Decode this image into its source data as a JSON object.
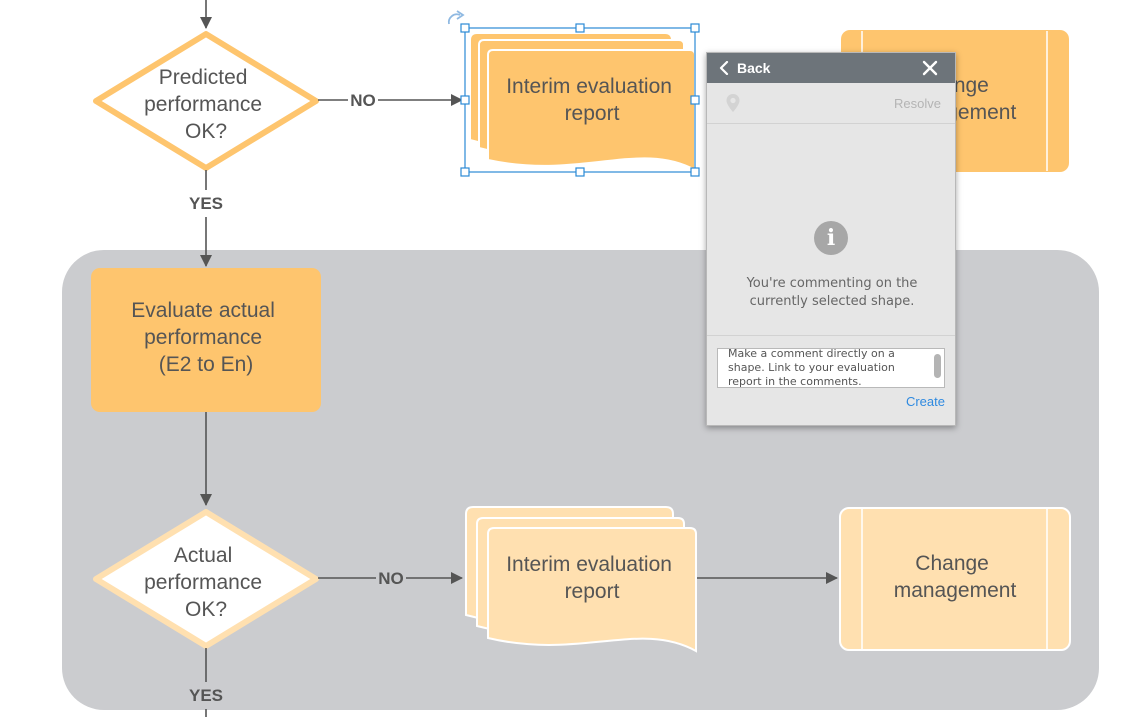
{
  "nodes": {
    "decision_predicted": {
      "lines": [
        "Predicted",
        "performance",
        "OK?"
      ]
    },
    "interim_report_top": {
      "lines": [
        "Interim evaluation",
        "report"
      ]
    },
    "change_mgmt_top": {
      "lines": [
        "Change",
        "management"
      ]
    },
    "evaluate_actual": {
      "lines": [
        "Evaluate actual",
        "performance",
        "(E2 to En)"
      ]
    },
    "decision_actual": {
      "lines": [
        "Actual",
        "performance",
        "OK?"
      ]
    },
    "interim_report_bottom": {
      "lines": [
        "Interim evaluation",
        "report"
      ]
    },
    "change_mgmt_bottom": {
      "lines": [
        "Change",
        "management"
      ]
    }
  },
  "edges": {
    "no_top": "NO",
    "yes_top": "YES",
    "no_bottom": "NO",
    "yes_bottom": "YES"
  },
  "colors": {
    "shape_fill_strong": "#fec56e",
    "shape_fill_light": "#ffe0b0",
    "diamond_stroke_strong": "#fec56e",
    "diamond_stroke_light": "#ffe0b0",
    "swimlane": "#cbcccf",
    "connector": "#555555",
    "selection": "#2b8ad6",
    "panel_header": "#6d747a",
    "link": "#2f8ae0"
  },
  "comment_panel": {
    "back_label": "Back",
    "resolve_label": "Resolve",
    "message": "You're commenting on the currently selected shape.",
    "textarea_value": "Make a comment directly on a shape. Link to your evaluation report in the comments.",
    "create_label": "Create",
    "icons": [
      "chevron-left-icon",
      "close-icon",
      "map-pin-icon",
      "info-icon"
    ]
  }
}
